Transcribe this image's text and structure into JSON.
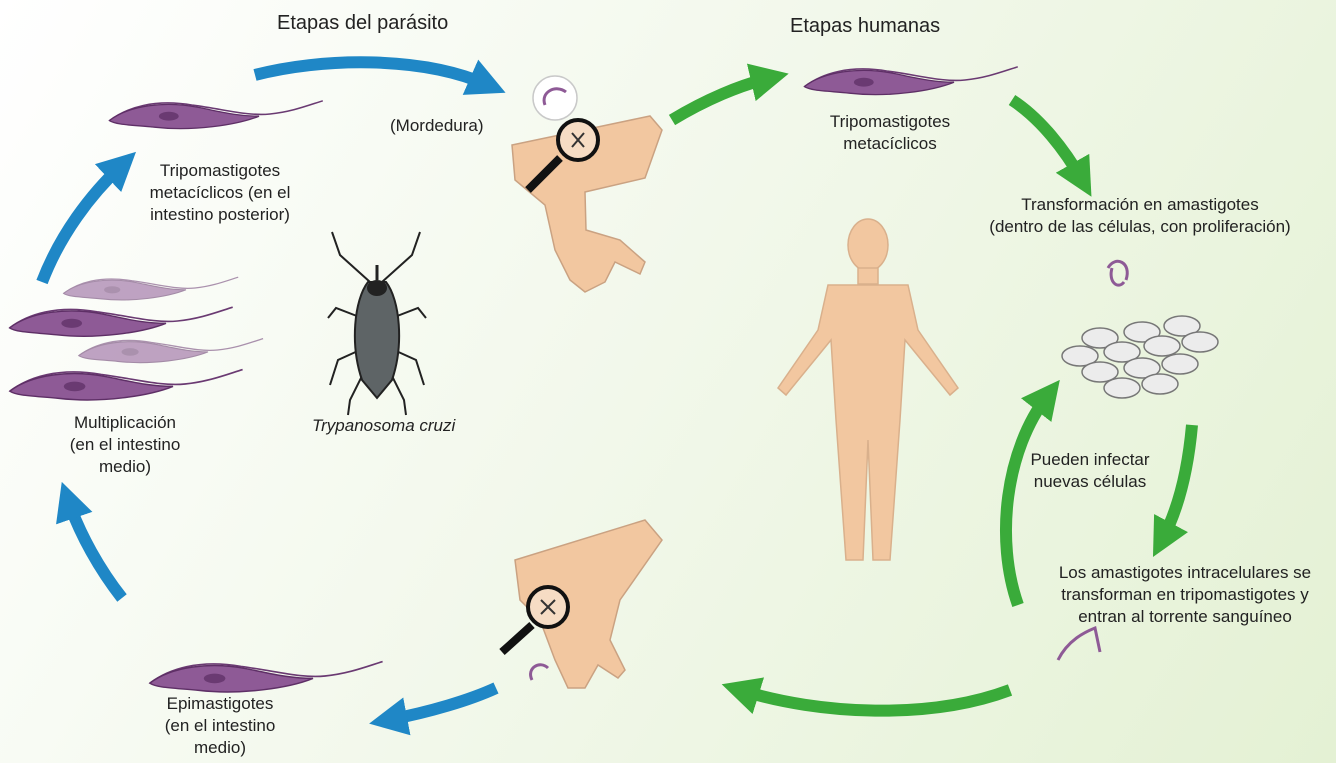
{
  "headers": {
    "parasite": "Etapas del parásito",
    "human": "Etapas humanas"
  },
  "labels": {
    "bite": "(Mordedura)",
    "tripo_hindgut": [
      "Tripomastigotes",
      "metacíclicos (en el",
      "intestino posterior)"
    ],
    "species": "Trypanosoma cruzi",
    "multiplication": [
      "Multiplicación",
      "(en el intestino",
      "medio)"
    ],
    "epimastigotes": [
      "Epimastigotes",
      "(en el intestino",
      "medio)"
    ],
    "tripo_human": [
      "Tripomastigotes",
      "metacíclicos"
    ],
    "amastigote": [
      "Transformación en amastigotes",
      "(dentro de las células, con proliferación)"
    ],
    "reinfect": [
      "Pueden infectar",
      "nuevas células"
    ],
    "bloodstream": [
      "Los amastigotes intracelulares se",
      "transforman en tripomastigotes y",
      "entran al torrente sanguíneo"
    ]
  },
  "colors": {
    "parasite_arrow": "#1f87c6",
    "human_arrow": "#3aab3a",
    "parasite_body": "#8e5a96",
    "skin": "#f2c7a0"
  }
}
